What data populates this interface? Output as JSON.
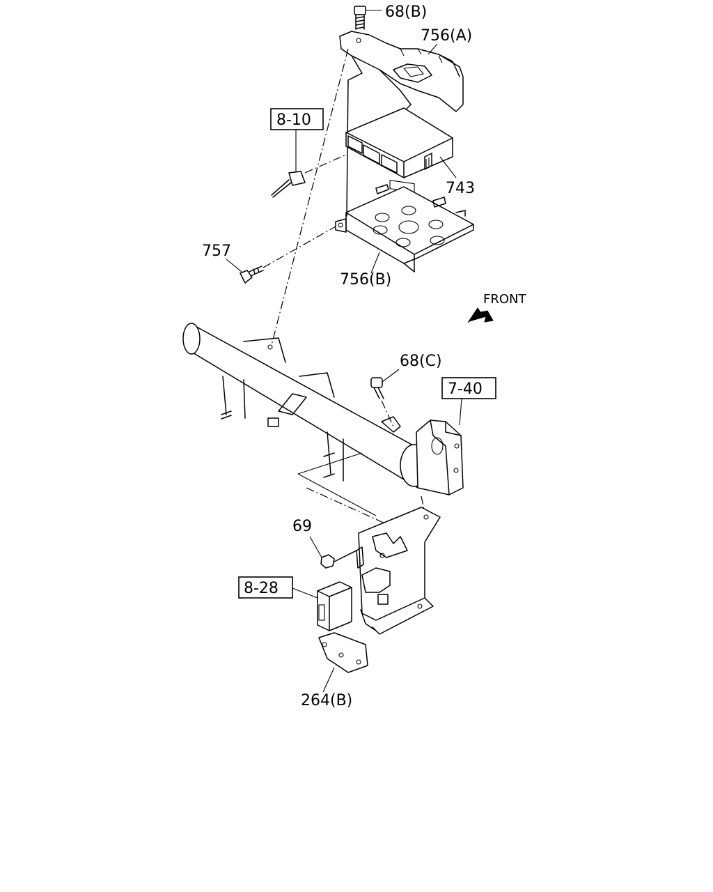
{
  "diagram": {
    "callouts": {
      "bolt_68b": "68(B)",
      "bracket_756a": "756(A)",
      "ref_8_10": "8-10",
      "module_743": "743",
      "bolt_757": "757",
      "bracket_756b": "756(B)",
      "front": "FRONT",
      "bolt_68c": "68(C)",
      "ref_7_40": "7-40",
      "nut_69": "69",
      "ref_8_28": "8-28",
      "bracket_264b": "264(B)"
    },
    "icons": {
      "front_arrow": "arrow-icon"
    }
  }
}
